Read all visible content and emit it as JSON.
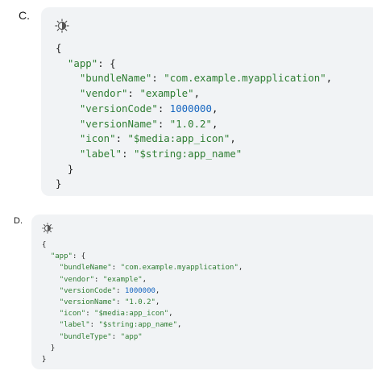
{
  "options": [
    {
      "label": "C.",
      "icon": "theme-toggle-icon",
      "code_lines": [
        [
          [
            "{",
            "p"
          ]
        ],
        [
          [
            "  ",
            "p"
          ],
          [
            "\"app\"",
            "k"
          ],
          [
            ": {",
            "p"
          ]
        ],
        [
          [
            "    ",
            "p"
          ],
          [
            "\"bundleName\"",
            "k"
          ],
          [
            ": ",
            "p"
          ],
          [
            "\"com.example.myapplication\"",
            "s"
          ],
          [
            ",",
            "p"
          ]
        ],
        [
          [
            "    ",
            "p"
          ],
          [
            "\"vendor\"",
            "k"
          ],
          [
            ": ",
            "p"
          ],
          [
            "\"example\"",
            "s"
          ],
          [
            ",",
            "p"
          ]
        ],
        [
          [
            "    ",
            "p"
          ],
          [
            "\"versionCode\"",
            "k"
          ],
          [
            ": ",
            "p"
          ],
          [
            "1000000",
            "n"
          ],
          [
            ",",
            "p"
          ]
        ],
        [
          [
            "    ",
            "p"
          ],
          [
            "\"versionName\"",
            "k"
          ],
          [
            ": ",
            "p"
          ],
          [
            "\"1.0.2\"",
            "s"
          ],
          [
            ",",
            "p"
          ]
        ],
        [
          [
            "    ",
            "p"
          ],
          [
            "\"icon\"",
            "k"
          ],
          [
            ": ",
            "p"
          ],
          [
            "\"$media:app_icon\"",
            "s"
          ],
          [
            ",",
            "p"
          ]
        ],
        [
          [
            "    ",
            "p"
          ],
          [
            "\"label\"",
            "k"
          ],
          [
            ": ",
            "p"
          ],
          [
            "\"$string:app_name\"",
            "s"
          ]
        ],
        [
          [
            "  }",
            "p"
          ]
        ],
        [
          [
            "}",
            "p"
          ]
        ]
      ]
    },
    {
      "label": "D.",
      "icon": "theme-toggle-icon",
      "code_lines": [
        [
          [
            "{",
            "p"
          ]
        ],
        [
          [
            "  ",
            "p"
          ],
          [
            "\"app\"",
            "k"
          ],
          [
            ": {",
            "p"
          ]
        ],
        [
          [
            "    ",
            "p"
          ],
          [
            "\"bundleName\"",
            "k"
          ],
          [
            ": ",
            "p"
          ],
          [
            "\"com.example.myapplication\"",
            "s"
          ],
          [
            ",",
            "p"
          ]
        ],
        [
          [
            "    ",
            "p"
          ],
          [
            "\"vendor\"",
            "k"
          ],
          [
            ": ",
            "p"
          ],
          [
            "\"example\"",
            "s"
          ],
          [
            ",",
            "p"
          ]
        ],
        [
          [
            "    ",
            "p"
          ],
          [
            "\"versionCode\"",
            "k"
          ],
          [
            ": ",
            "p"
          ],
          [
            "1000000",
            "n"
          ],
          [
            ",",
            "p"
          ]
        ],
        [
          [
            "    ",
            "p"
          ],
          [
            "\"versionName\"",
            "k"
          ],
          [
            ": ",
            "p"
          ],
          [
            "\"1.0.2\"",
            "s"
          ],
          [
            ",",
            "p"
          ]
        ],
        [
          [
            "    ",
            "p"
          ],
          [
            "\"icon\"",
            "k"
          ],
          [
            ": ",
            "p"
          ],
          [
            "\"$media:app_icon\"",
            "s"
          ],
          [
            ",",
            "p"
          ]
        ],
        [
          [
            "    ",
            "p"
          ],
          [
            "\"label\"",
            "k"
          ],
          [
            ": ",
            "p"
          ],
          [
            "\"$string:app_name\"",
            "s"
          ],
          [
            ",",
            "p"
          ]
        ],
        [
          [
            "    ",
            "p"
          ],
          [
            "\"bundleType\"",
            "k"
          ],
          [
            ": ",
            "p"
          ],
          [
            "\"app\"",
            "s"
          ]
        ],
        [
          [
            "  }",
            "p"
          ]
        ],
        [
          [
            "}",
            "p"
          ]
        ]
      ]
    }
  ],
  "colors": {
    "card_background": "#f1f3f5",
    "key": "#2e7d32",
    "string": "#2e7d32",
    "number": "#1565c0",
    "punctuation": "#1f1f1f"
  }
}
